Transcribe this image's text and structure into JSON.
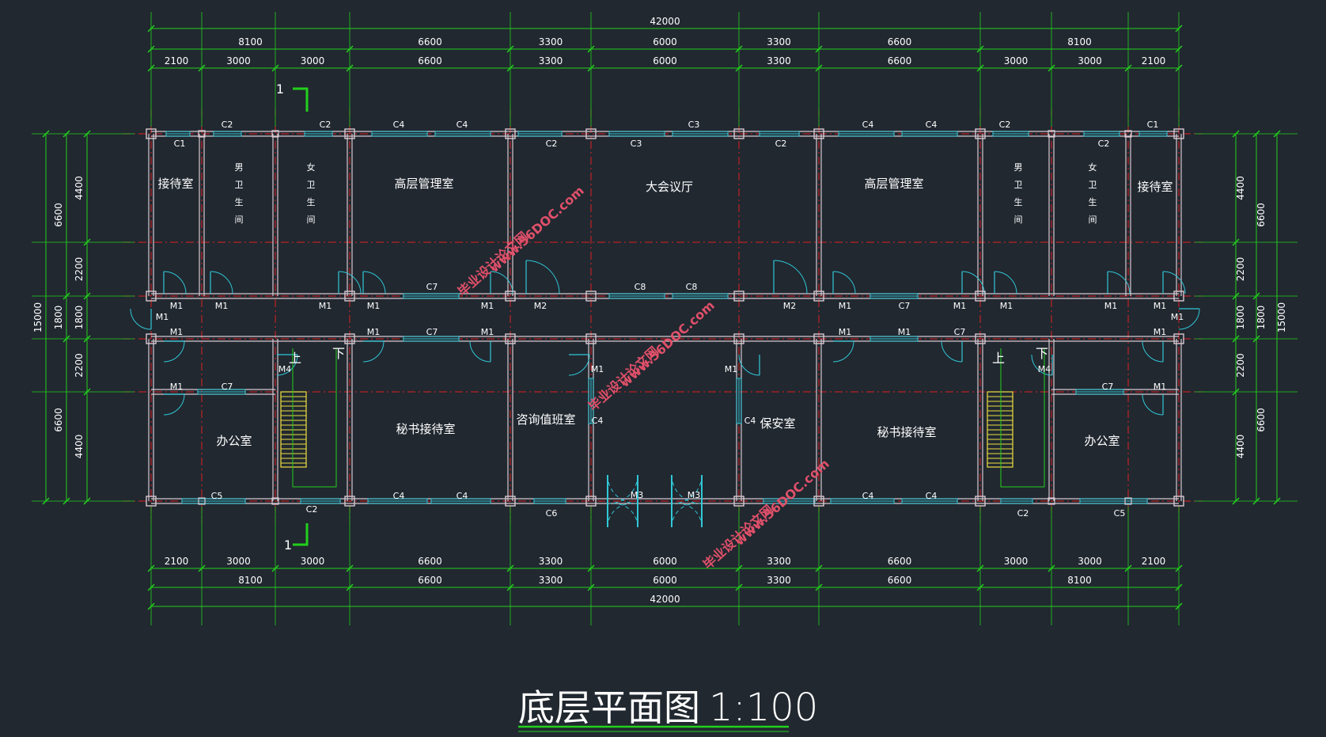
{
  "drawing": {
    "title": "底层平面图",
    "scale": "1:100",
    "overall_width": "42000",
    "overall_depth": "15000"
  },
  "dims": {
    "top_level1": [
      "8100",
      "6600",
      "3300",
      "6000",
      "3300",
      "6600",
      "8100"
    ],
    "top_level2": [
      "2100",
      "3000",
      "3000",
      "6600",
      "3300",
      "6000",
      "3300",
      "6600",
      "3000",
      "3000",
      "2100"
    ],
    "bottom_level1": [
      "2100",
      "3000",
      "3000",
      "6600",
      "3300",
      "6000",
      "3300",
      "6600",
      "3000",
      "3000",
      "2100"
    ],
    "bottom_level2": [
      "8100",
      "6600",
      "3300",
      "6000",
      "3300",
      "6600",
      "8100"
    ],
    "side_inner": [
      "4400",
      "2200",
      "1800",
      "2200",
      "4400"
    ],
    "side_outer": [
      "6600",
      "1800",
      "6600"
    ]
  },
  "section_mark": "1",
  "stair_up": "上",
  "stair_down": "下",
  "rooms": [
    {
      "name": "接待室"
    },
    {
      "name": "男卫生间"
    },
    {
      "name": "女卫生间"
    },
    {
      "name": "高层管理室"
    },
    {
      "name": "大会议厅"
    },
    {
      "name": "高层管理室"
    },
    {
      "name": "男卫生间"
    },
    {
      "name": "女卫生间"
    },
    {
      "name": "接待室"
    },
    {
      "name": "办公室"
    },
    {
      "name": "秘书接待室"
    },
    {
      "name": "咨询值班室"
    },
    {
      "name": "保安室"
    },
    {
      "name": "秘书接待室"
    },
    {
      "name": "办公室"
    }
  ],
  "labels": [
    "C1",
    "C2",
    "C2",
    "C4",
    "C4",
    "C2",
    "C3",
    "C3",
    "C2",
    "C4",
    "C4",
    "C2",
    "C2",
    "C1",
    "M1",
    "M1",
    "M1",
    "M1",
    "C7",
    "M1",
    "M2",
    "C8",
    "C8",
    "M2",
    "M1",
    "C7",
    "M1",
    "M1",
    "M1",
    "M1",
    "M1",
    "M1",
    "M1",
    "C7",
    "M1",
    "M1",
    "C7",
    "M1",
    "M1",
    "M1",
    "M1",
    "C7",
    "C7",
    "M1",
    "M4",
    "M4",
    "M1",
    "M1",
    "C4",
    "C4",
    "C5",
    "C2",
    "C4",
    "C4",
    "C6",
    "M3",
    "M3",
    "C4",
    "C4",
    "C2",
    "C5"
  ],
  "watermarks": [
    "毕业设计论文网",
    "www.56DOC.com"
  ],
  "colors": {
    "background": "#212830",
    "dimension": "#22d01c",
    "axis": "#e02020",
    "wall": "#d8c8d0",
    "window": "#30c8d8",
    "stair": "#f0e040",
    "watermark": "#e0506a"
  }
}
